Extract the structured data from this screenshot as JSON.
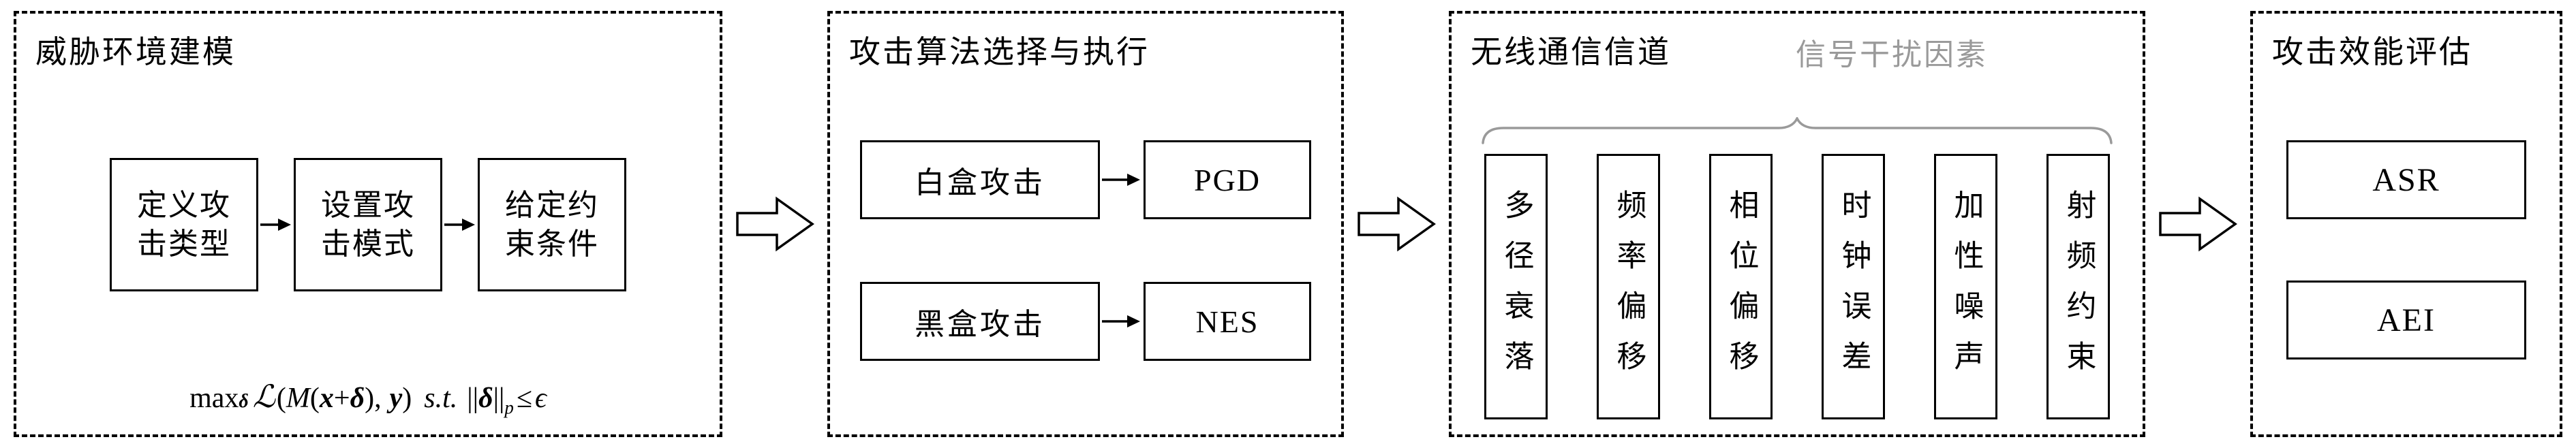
{
  "panels": {
    "threat": {
      "title": "威胁环境建模",
      "boxes": [
        {
          "line1": "定义攻",
          "line2": "击类型"
        },
        {
          "line1": "设置攻",
          "line2": "击模式"
        },
        {
          "line1": "给定约",
          "line2": "束条件"
        }
      ],
      "formula": {
        "max": "max",
        "max_sub": "δ",
        "loss": "ℒ",
        "args_open": "(",
        "model": "M",
        "inner_open": "(",
        "x": "x",
        "plus": "+",
        "delta": "δ",
        "inner_close": ")",
        "comma": ",",
        "y": "y",
        "args_close": ")",
        "st": "s.t.",
        "norm_open": "||",
        "norm_delta": "δ",
        "norm_close": "||",
        "norm_sub": "p",
        "leq": "≤",
        "epsilon": "ϵ"
      }
    },
    "attack": {
      "title": "攻击算法选择与执行",
      "rows": [
        {
          "left": "白盒攻击",
          "right": "PGD"
        },
        {
          "left": "黑盒攻击",
          "right": "NES"
        }
      ]
    },
    "channel": {
      "title": "无线通信信道",
      "brace_label": "信号干扰因素",
      "factors": [
        "多径衰落",
        "频率偏移",
        "相位偏移",
        "时钟误差",
        "加性噪声",
        "射频约束"
      ]
    },
    "evaluation": {
      "title": "攻击效能评估",
      "metrics": [
        "ASR",
        "AEI"
      ]
    }
  },
  "colors": {
    "ink": "#000000",
    "muted": "#9a9a9a",
    "background": "#ffffff"
  }
}
